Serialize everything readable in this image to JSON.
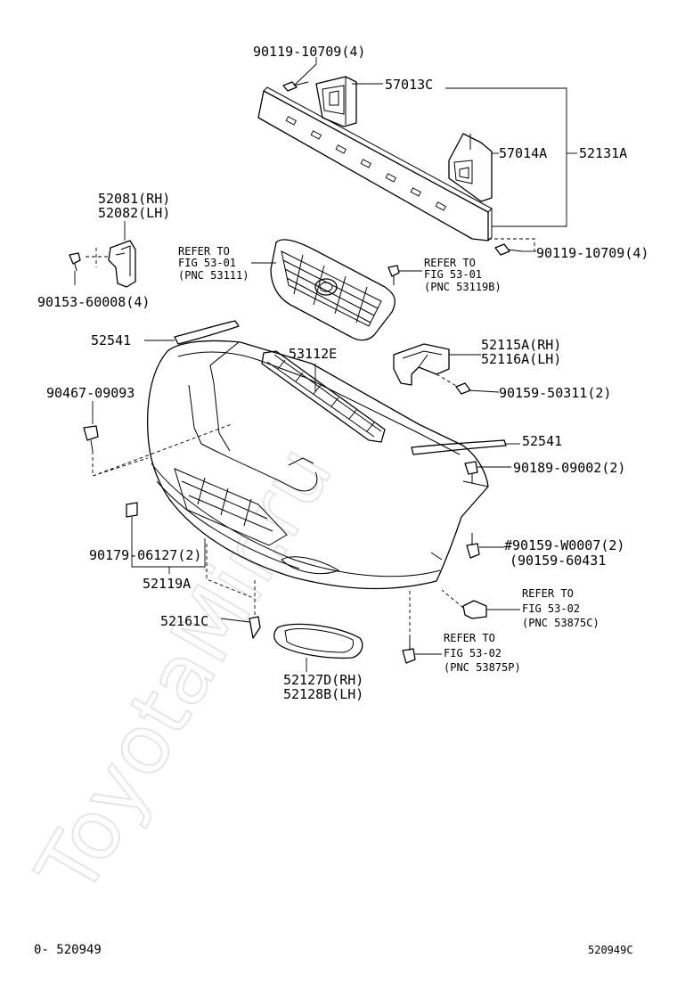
{
  "watermark": "ToyotaMir.ru",
  "footer": {
    "left_code": "0- 520949",
    "right_code": "520949C"
  },
  "labels": {
    "p_90119_top": "90119-10709(4)",
    "p_57013C": "57013C",
    "p_57014A": "57014A",
    "p_52131A": "52131A",
    "p_52081": "52081(RH)",
    "p_52082": "52082(LH)",
    "p_90119_right": "90119-10709(4)",
    "p_90153": "90153-60008(4)",
    "ref1_l1": "REFER TO",
    "ref1_l2": "FIG 53-01",
    "ref1_l3": "(PNC 53111)",
    "ref2_l1": "REFER TO",
    "ref2_l2": "FIG 53-01",
    "ref2_l3": "(PNC 53119B)",
    "p_52541_top": "52541",
    "p_53112E": "53112E",
    "p_52115A": "52115A(RH)",
    "p_52116A": "52116A(LH)",
    "p_90467": "90467-09093",
    "p_90159_50311": "90159-50311(2)",
    "p_52541_right": "52541",
    "p_90189": "90189-09002(2)",
    "p_90159_W0007": "#90159-W0007(2)",
    "p_90159_60431": "(90159-60431",
    "p_90179": "90179-06127(2)",
    "p_52119A": "52119A",
    "ref3_l1": "REFER TO",
    "ref3_l2": "FIG 53-02",
    "ref3_l3": "(PNC 53875C)",
    "p_52161C": "52161C",
    "ref4_l1": "REFER TO",
    "ref4_l2": "FIG 53-02",
    "ref4_l3": "(PNC 53875P)",
    "p_52127D": "52127D(RH)",
    "p_52128B": "52128B(LH)"
  }
}
